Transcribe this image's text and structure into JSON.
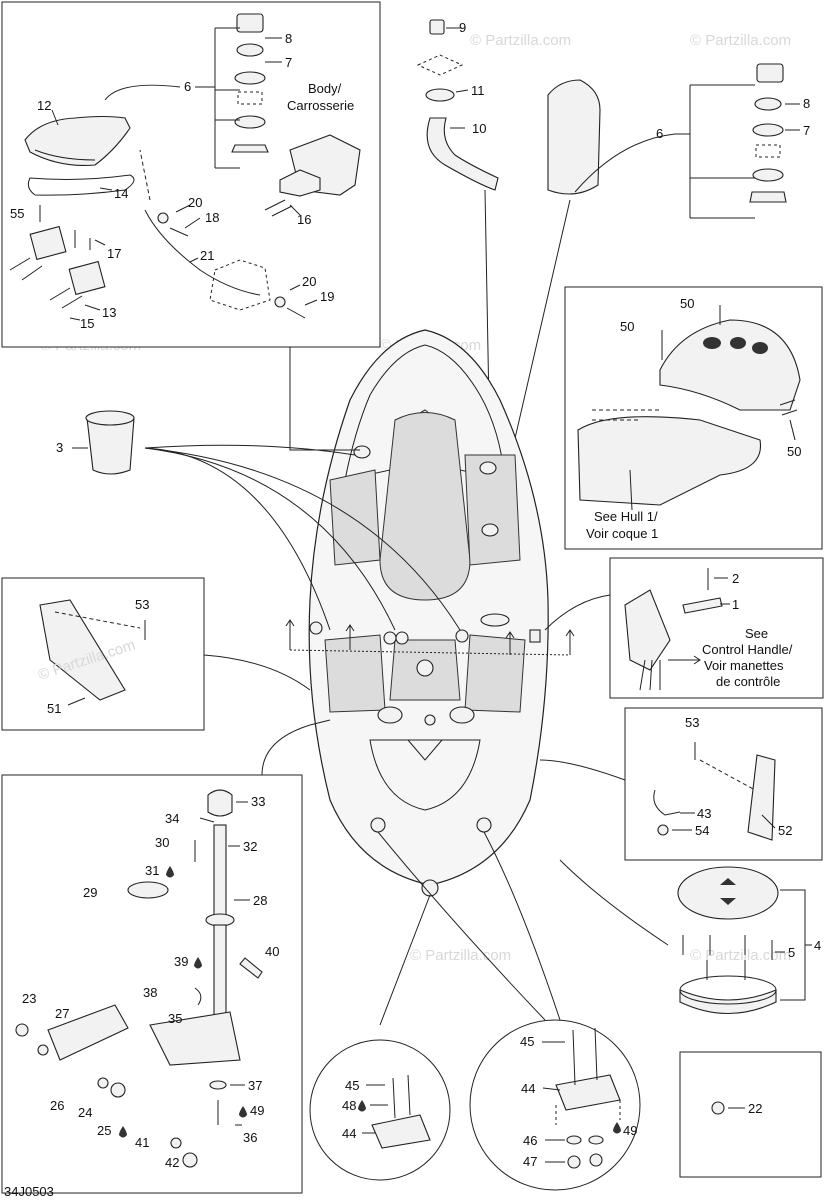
{
  "diagram": {
    "footer_code": "34J0503",
    "watermark": "© Partzilla.com",
    "notes": {
      "body": "Body/",
      "carrosserie": "Carrosserie",
      "see_hull": "See Hull 1/",
      "voir_coque": "Voir coque 1",
      "see": "See",
      "control_handle": "Control Handle/",
      "voir_manettes": "Voir manettes",
      "de_controle": "de contrôle"
    },
    "oil_drop_icon": "oil-drop-icon",
    "callouts": {
      "c1": "1",
      "c2": "2",
      "c3": "3",
      "c4": "4",
      "c5": "5",
      "c6a": "6",
      "c6b": "6",
      "c7a": "7",
      "c7b": "7",
      "c8a": "8",
      "c8b": "8",
      "c9": "9",
      "c10": "10",
      "c11": "11",
      "c12": "12",
      "c13": "13",
      "c14": "14",
      "c15": "15",
      "c16": "16",
      "c17": "17",
      "c18": "18",
      "c19": "19",
      "c20a": "20",
      "c20b": "20",
      "c21": "21",
      "c22": "22",
      "c23": "23",
      "c24": "24",
      "c25": "25",
      "c26": "26",
      "c27": "27",
      "c28": "28",
      "c29": "29",
      "c30": "30",
      "c31": "31",
      "c32": "32",
      "c33": "33",
      "c34": "34",
      "c35": "35",
      "c36": "36",
      "c37": "37",
      "c38": "38",
      "c39": "39",
      "c40": "40",
      "c41": "41",
      "c42": "42",
      "c43": "43",
      "c44a": "44",
      "c44b": "44",
      "c45a": "45",
      "c45b": "45",
      "c46": "46",
      "c47": "47",
      "c48": "48",
      "c49a": "49",
      "c49b": "49",
      "c50a": "50",
      "c50b": "50",
      "c50c": "50",
      "c51": "51",
      "c52": "52",
      "c53a": "53",
      "c53b": "53",
      "c54": "54",
      "c55": "55"
    }
  }
}
